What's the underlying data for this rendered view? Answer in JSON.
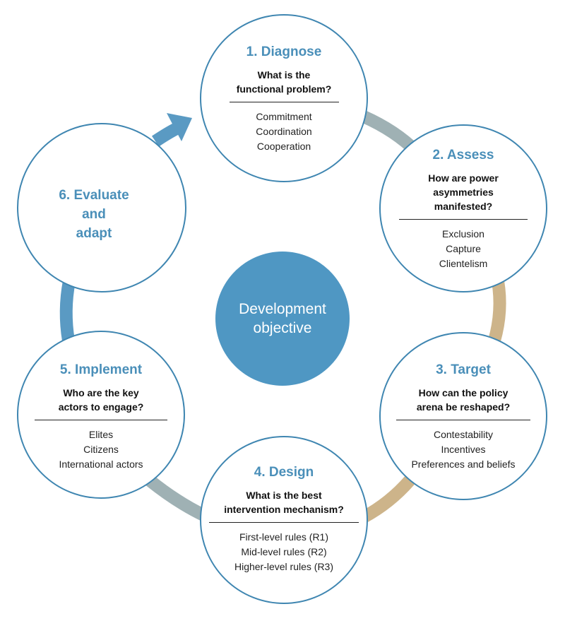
{
  "center": {
    "lines": [
      "Development",
      "objective"
    ]
  },
  "steps": [
    {
      "title": "1. Diagnose",
      "question": [
        "What is the",
        "functional problem?"
      ],
      "items": [
        "Commitment",
        "Coordination",
        "Cooperation"
      ]
    },
    {
      "title": "2. Assess",
      "question": [
        "How are power",
        "asymmetries",
        "manifested?"
      ],
      "items": [
        "Exclusion",
        "Capture",
        "Clientelism"
      ]
    },
    {
      "title": "3. Target",
      "question": [
        "How can the policy",
        "arena be reshaped?"
      ],
      "items": [
        "Contestability",
        "Incentives",
        "Preferences and beliefs"
      ]
    },
    {
      "title": "4. Design",
      "question": [
        "What is the best",
        "intervention mechanism?"
      ],
      "items": [
        "First-level rules (R1)",
        "Mid-level rules (R2)",
        "Higher-level rules (R3)"
      ]
    },
    {
      "title": "5. Implement",
      "question": [
        "Who are the key",
        "actors to engage?"
      ],
      "items": [
        "Elites",
        "Citizens",
        "International actors"
      ]
    },
    {
      "title_lines": [
        "6. Evaluate",
        "and",
        "adapt"
      ]
    }
  ],
  "colors": {
    "circle_border": "#3f86b1",
    "title": "#4a8fb9",
    "center_fill": "#4f97c3",
    "arc_gray": "#9fb1b4",
    "arc_tan": "#cdb48a",
    "arc_blue": "#5a9ac3"
  }
}
